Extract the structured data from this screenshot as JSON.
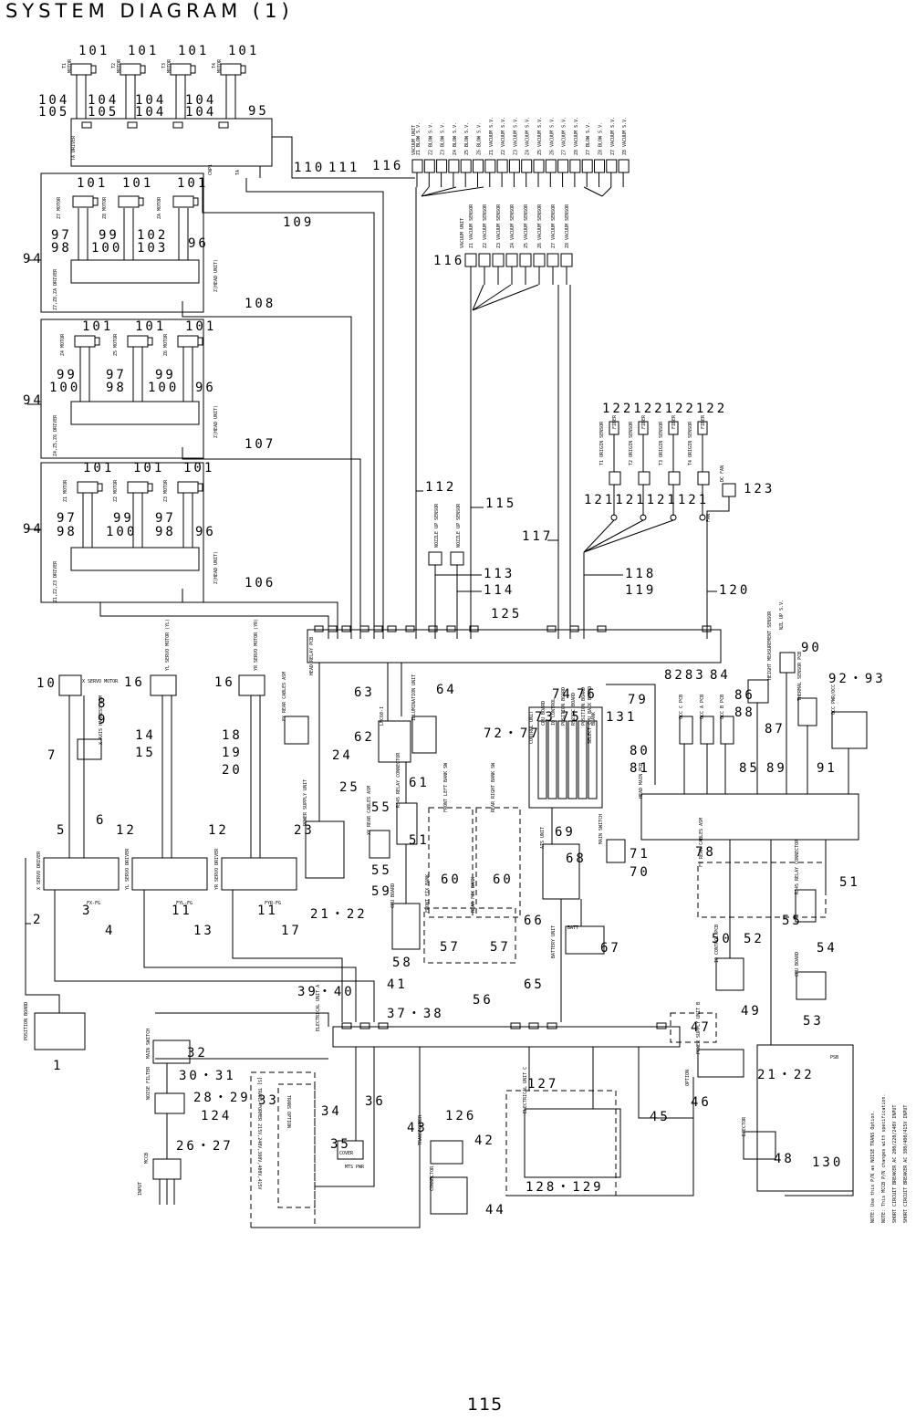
{
  "title": "SYSTEM DIAGRAM (1)",
  "page_number": "115",
  "callouts": [
    {
      "id": "c101a",
      "text": "101"
    },
    {
      "id": "c101b",
      "text": "101"
    },
    {
      "id": "c101c",
      "text": "101"
    },
    {
      "id": "c101d",
      "text": "101"
    },
    {
      "id": "c104a",
      "text": "104"
    },
    {
      "id": "c105a",
      "text": "105"
    },
    {
      "id": "c104b",
      "text": "104"
    },
    {
      "id": "c105b",
      "text": "105"
    },
    {
      "id": "c104c",
      "text": "104"
    },
    {
      "id": "c104d",
      "text": "104"
    },
    {
      "id": "c104e",
      "text": "104"
    },
    {
      "id": "c104f",
      "text": "104"
    },
    {
      "id": "c104g",
      "text": "104"
    },
    {
      "id": "c104h",
      "text": "104"
    },
    {
      "id": "c95",
      "text": "95"
    },
    {
      "id": "c110",
      "text": "110"
    },
    {
      "id": "c111",
      "text": "111"
    },
    {
      "id": "c116a",
      "text": "116"
    },
    {
      "id": "c109",
      "text": "109"
    },
    {
      "id": "c101e",
      "text": "101"
    },
    {
      "id": "c101f",
      "text": "101"
    },
    {
      "id": "c101g",
      "text": "101"
    },
    {
      "id": "c97a",
      "text": "97"
    },
    {
      "id": "c98a",
      "text": "98"
    },
    {
      "id": "c99a",
      "text": "99"
    },
    {
      "id": "c100a",
      "text": "100"
    },
    {
      "id": "c102",
      "text": "102"
    },
    {
      "id": "c103",
      "text": "103"
    },
    {
      "id": "c96a",
      "text": "96"
    },
    {
      "id": "c94a",
      "text": "94"
    },
    {
      "id": "c116b",
      "text": "116"
    },
    {
      "id": "c108",
      "text": "108"
    },
    {
      "id": "c101h",
      "text": "101"
    },
    {
      "id": "c101i",
      "text": "101"
    },
    {
      "id": "c101j",
      "text": "101"
    },
    {
      "id": "c99b",
      "text": "99"
    },
    {
      "id": "c100b",
      "text": "100"
    },
    {
      "id": "c97b",
      "text": "97"
    },
    {
      "id": "c98b",
      "text": "98"
    },
    {
      "id": "c99c",
      "text": "99"
    },
    {
      "id": "c100c",
      "text": "100"
    },
    {
      "id": "c96b",
      "text": "96"
    },
    {
      "id": "c94b",
      "text": "94"
    },
    {
      "id": "c122",
      "text": "122122122122"
    },
    {
      "id": "c107",
      "text": "107"
    },
    {
      "id": "c101k",
      "text": "101"
    },
    {
      "id": "c101l",
      "text": "101"
    },
    {
      "id": "c101m",
      "text": "101"
    },
    {
      "id": "c112",
      "text": "112"
    },
    {
      "id": "c115",
      "text": "115"
    },
    {
      "id": "c121",
      "text": "121121121121"
    },
    {
      "id": "c123",
      "text": "123"
    },
    {
      "id": "c97c",
      "text": "97"
    },
    {
      "id": "c98c",
      "text": "98"
    },
    {
      "id": "c99d",
      "text": "99"
    },
    {
      "id": "c100d",
      "text": "100"
    },
    {
      "id": "c97d",
      "text": "97"
    },
    {
      "id": "c98d",
      "text": "98"
    },
    {
      "id": "c96c",
      "text": "96"
    },
    {
      "id": "c94c",
      "text": "94"
    },
    {
      "id": "c117",
      "text": "117"
    },
    {
      "id": "c113",
      "text": "113"
    },
    {
      "id": "c114",
      "text": "114"
    },
    {
      "id": "c118",
      "text": "118"
    },
    {
      "id": "c119",
      "text": "119"
    },
    {
      "id": "c120",
      "text": "120"
    },
    {
      "id": "c106",
      "text": "106"
    },
    {
      "id": "c125",
      "text": "125"
    },
    {
      "id": "c90",
      "text": "90"
    },
    {
      "id": "c10",
      "text": "10"
    },
    {
      "id": "c16a",
      "text": "16"
    },
    {
      "id": "c16b",
      "text": "16"
    },
    {
      "id": "c63",
      "text": "63"
    },
    {
      "id": "c64",
      "text": "64"
    },
    {
      "id": "c74",
      "text": "74"
    },
    {
      "id": "c76",
      "text": "76"
    },
    {
      "id": "c8283",
      "text": "8283"
    },
    {
      "id": "c84",
      "text": "84"
    },
    {
      "id": "c9293",
      "text": "92・93"
    },
    {
      "id": "c8",
      "text": "8"
    },
    {
      "id": "c9",
      "text": "9"
    },
    {
      "id": "c79",
      "text": "79"
    },
    {
      "id": "c86",
      "text": "86"
    },
    {
      "id": "c88",
      "text": "88"
    },
    {
      "id": "c73",
      "text": "73"
    },
    {
      "id": "c75",
      "text": "75"
    },
    {
      "id": "c131",
      "text": "131"
    },
    {
      "id": "c7277",
      "text": "72・77"
    },
    {
      "id": "c87",
      "text": "87"
    },
    {
      "id": "c14",
      "text": "14"
    },
    {
      "id": "c18",
      "text": "18"
    },
    {
      "id": "c62",
      "text": "62"
    },
    {
      "id": "c15",
      "text": "15"
    },
    {
      "id": "c19",
      "text": "19"
    },
    {
      "id": "c24",
      "text": "24"
    },
    {
      "id": "c80",
      "text": "80"
    },
    {
      "id": "c85",
      "text": "85"
    },
    {
      "id": "c89",
      "text": "89"
    },
    {
      "id": "c7",
      "text": "7"
    },
    {
      "id": "c20",
      "text": "20"
    },
    {
      "id": "c81",
      "text": "81"
    },
    {
      "id": "c91",
      "text": "91"
    },
    {
      "id": "c61",
      "text": "61"
    },
    {
      "id": "c25",
      "text": "25"
    },
    {
      "id": "c55a",
      "text": "55"
    },
    {
      "id": "c6",
      "text": "6"
    },
    {
      "id": "c23",
      "text": "23"
    },
    {
      "id": "c69",
      "text": "69"
    },
    {
      "id": "c5",
      "text": "5"
    },
    {
      "id": "c12a",
      "text": "12"
    },
    {
      "id": "c12b",
      "text": "12"
    },
    {
      "id": "c51a",
      "text": "51"
    },
    {
      "id": "c78",
      "text": "78"
    },
    {
      "id": "c71",
      "text": "71"
    },
    {
      "id": "c68",
      "text": "68"
    },
    {
      "id": "c55b",
      "text": "55"
    },
    {
      "id": "c70",
      "text": "70"
    },
    {
      "id": "c60a",
      "text": "60"
    },
    {
      "id": "c60b",
      "text": "60"
    },
    {
      "id": "c51b",
      "text": "51"
    },
    {
      "id": "c59",
      "text": "59"
    },
    {
      "id": "c3",
      "text": "3"
    },
    {
      "id": "c11a",
      "text": "11"
    },
    {
      "id": "c11b",
      "text": "11"
    },
    {
      "id": "c2122a",
      "text": "21・22"
    },
    {
      "id": "c55c",
      "text": "55"
    },
    {
      "id": "c2",
      "text": "2"
    },
    {
      "id": "c66",
      "text": "66"
    },
    {
      "id": "c4",
      "text": "4"
    },
    {
      "id": "c13",
      "text": "13"
    },
    {
      "id": "c17",
      "text": "17"
    },
    {
      "id": "c50",
      "text": "50"
    },
    {
      "id": "c52",
      "text": "52"
    },
    {
      "id": "c54",
      "text": "54"
    },
    {
      "id": "c57a",
      "text": "57"
    },
    {
      "id": "c57b",
      "text": "57"
    },
    {
      "id": "c67",
      "text": "67"
    },
    {
      "id": "c58",
      "text": "58"
    },
    {
      "id": "c65",
      "text": "65"
    },
    {
      "id": "c41",
      "text": "41"
    },
    {
      "id": "c3940",
      "text": "39・40"
    },
    {
      "id": "c56",
      "text": "56"
    },
    {
      "id": "c49",
      "text": "49"
    },
    {
      "id": "c3738",
      "text": "37・38"
    },
    {
      "id": "c53",
      "text": "53"
    },
    {
      "id": "c1",
      "text": "1"
    },
    {
      "id": "c47",
      "text": "47"
    },
    {
      "id": "c32",
      "text": "32"
    },
    {
      "id": "c3031",
      "text": "30・31"
    },
    {
      "id": "c33",
      "text": "33"
    },
    {
      "id": "c127",
      "text": "127"
    },
    {
      "id": "c2829",
      "text": "28・29"
    },
    {
      "id": "c34",
      "text": "34"
    },
    {
      "id": "c36",
      "text": "36"
    },
    {
      "id": "c124",
      "text": "124"
    },
    {
      "id": "c43",
      "text": "43"
    },
    {
      "id": "c126",
      "text": "126"
    },
    {
      "id": "c46",
      "text": "46"
    },
    {
      "id": "c45",
      "text": "45"
    },
    {
      "id": "c2122b",
      "text": "21・22"
    },
    {
      "id": "c35",
      "text": "35"
    },
    {
      "id": "c2627",
      "text": "26・27"
    },
    {
      "id": "c42",
      "text": "42"
    },
    {
      "id": "c48",
      "text": "48"
    },
    {
      "id": "c130",
      "text": "130"
    },
    {
      "id": "c128129",
      "text": "128・129"
    },
    {
      "id": "c44",
      "text": "44"
    }
  ],
  "labels": [
    {
      "id": "l_t1",
      "text": "T1"
    },
    {
      "id": "l_t2",
      "text": "T2"
    },
    {
      "id": "l_t3",
      "text": "T3"
    },
    {
      "id": "l_t4",
      "text": "T4"
    },
    {
      "id": "l_motor1",
      "text": "MOTOR"
    },
    {
      "id": "l_motor2",
      "text": "MOTOR"
    },
    {
      "id": "l_motor3",
      "text": "MOTOR"
    },
    {
      "id": "l_motor4",
      "text": "MOTOR"
    },
    {
      "id": "l_tadrv",
      "text": "TA DRIVER"
    },
    {
      "id": "l_cnp1a",
      "text": "CNP1"
    },
    {
      "id": "l_ta",
      "text": "TA"
    },
    {
      "id": "l_z7m",
      "text": "Z7 MOTOR"
    },
    {
      "id": "l_z8m",
      "text": "Z8 MOTOR"
    },
    {
      "id": "l_zam",
      "text": "ZA MOTOR"
    },
    {
      "id": "l_z7drv",
      "text": "Z7,Z8,ZA DRIVER"
    },
    {
      "id": "l_headu1",
      "text": "Z(HEAD UNIT)"
    },
    {
      "id": "l_z4m",
      "text": "Z4 MOTOR"
    },
    {
      "id": "l_z5m",
      "text": "Z5 MOTOR"
    },
    {
      "id": "l_z6m",
      "text": "Z6 MOTOR"
    },
    {
      "id": "l_z4drv",
      "text": "Z4,Z5,Z6 DRIVER"
    },
    {
      "id": "l_headu2",
      "text": "Z(HEAD UNIT)"
    },
    {
      "id": "l_z1m",
      "text": "Z1 MOTOR"
    },
    {
      "id": "l_z2m",
      "text": "Z2 MOTOR"
    },
    {
      "id": "l_z3m",
      "text": "Z3 MOTOR"
    },
    {
      "id": "l_z1drv",
      "text": "Z1,Z2,Z3 DRIVER"
    },
    {
      "id": "l_headu3",
      "text": "Z(HEAD UNIT)"
    },
    {
      "id": "l_vacunit",
      "text": "VACUUM UNIT"
    },
    {
      "id": "l_v1",
      "text": "Z1 BLOW S.V."
    },
    {
      "id": "l_v2",
      "text": "Z2 BLOW S.V."
    },
    {
      "id": "l_v3",
      "text": "Z3 BLOW S.V."
    },
    {
      "id": "l_v4",
      "text": "Z4 BLOW S.V."
    },
    {
      "id": "l_v5",
      "text": "Z5 BLOW S.V."
    },
    {
      "id": "l_v6",
      "text": "Z6 BLOW S.V."
    },
    {
      "id": "l_v7",
      "text": "Z1 VACUUM S.V."
    },
    {
      "id": "l_v8",
      "text": "Z2 VACUUM S.V."
    },
    {
      "id": "l_v9",
      "text": "Z3 VACUUM S.V."
    },
    {
      "id": "l_v10",
      "text": "Z4 VACUUM S.V."
    },
    {
      "id": "l_v11",
      "text": "Z5 VACUUM S.V."
    },
    {
      "id": "l_v12",
      "text": "Z6 VACUUM S.V."
    },
    {
      "id": "l_v13",
      "text": "Z7 VACUUM S.V."
    },
    {
      "id": "l_v14",
      "text": "Z8 VACUUM S.V."
    },
    {
      "id": "l_v15",
      "text": "Z7 BLOW S.V."
    },
    {
      "id": "l_v16",
      "text": "Z8 BLOW S.V."
    },
    {
      "id": "l_v17",
      "text": "Z7 VACUUM S.V."
    },
    {
      "id": "l_v18",
      "text": "Z8 VACUUM S.V."
    },
    {
      "id": "l_vs0",
      "text": "VACUUM UNIT"
    },
    {
      "id": "l_vs1",
      "text": "Z1 VACUUM SENSOR"
    },
    {
      "id": "l_vs2",
      "text": "Z2 VACUUM SENSOR"
    },
    {
      "id": "l_vs3",
      "text": "Z3 VACUUM SENSOR"
    },
    {
      "id": "l_vs4",
      "text": "Z4 VACUUM SENSOR"
    },
    {
      "id": "l_vs5",
      "text": "Z5 VACUUM SENSOR"
    },
    {
      "id": "l_vs6",
      "text": "Z6 VACUUM SENSOR"
    },
    {
      "id": "l_vs7",
      "text": "Z7 VACUUM SENSOR"
    },
    {
      "id": "l_vs8",
      "text": "Z8 VACUUM SENSOR"
    },
    {
      "id": "l_fiber1",
      "text": "FIBER"
    },
    {
      "id": "l_fiber2",
      "text": "FIBER"
    },
    {
      "id": "l_fiber3",
      "text": "FIBER"
    },
    {
      "id": "l_fiber4",
      "text": "FIBER"
    },
    {
      "id": "l_t1o",
      "text": "T1 ORIGIN SENSOR"
    },
    {
      "id": "l_t2o",
      "text": "T2 ORIGIN SENSOR"
    },
    {
      "id": "l_t3o",
      "text": "T3 ORIGIN SENSOR"
    },
    {
      "id": "l_t4o",
      "text": "T4 ORIGIN SENSOR"
    },
    {
      "id": "l_dcfan",
      "text": "DC FAN"
    },
    {
      "id": "l_fan",
      "text": "FAN"
    },
    {
      "id": "l_nzl1",
      "text": "NOZZLE UP SENSOR"
    },
    {
      "id": "l_nzl2",
      "text": "NOZZLE UP SENSOR"
    },
    {
      "id": "l_hrpcb",
      "text": "HEAD RELAY PCB"
    },
    {
      "id": "l_xservo",
      "text": "X SERVO MOTOR"
    },
    {
      "id": "l_ylservo",
      "text": "YL SERVO MOTOR (YL)"
    },
    {
      "id": "l_yrservo",
      "text": "YR SERVO MOTOR (YR)"
    },
    {
      "id": "l_xsrv",
      "text": "X SERVO DRIVER"
    },
    {
      "id": "l_ylsrv",
      "text": "YL SERVO DRIVER"
    },
    {
      "id": "l_yrsrv",
      "text": "YR SERVO DRIVER"
    },
    {
      "id": "l_xfs",
      "text": "FX-FG"
    },
    {
      "id": "l_ylfs",
      "text": "FYL-FG"
    },
    {
      "id": "l_yrfs",
      "text": "FYR-FG"
    },
    {
      "id": "l_xaxis",
      "text": "X-AXIS HARNESS ASM"
    },
    {
      "id": "l_fyrear",
      "text": "FY REAR CABLES ASM"
    },
    {
      "id": "l_pwr",
      "text": "POWER SUPPLY UNIT"
    },
    {
      "id": "l_lnc",
      "text": "LNC60-I"
    },
    {
      "id": "l_illum",
      "text": "ILLUMINATION UNIT"
    },
    {
      "id": "l_rj45",
      "text": "RJ45 RELAY CONNECTOR"
    },
    {
      "id": "l_rearcab",
      "text": "XY REAR CABLES ASM"
    },
    {
      "id": "l_cpu",
      "text": "CPU BOARD"
    },
    {
      "id": "l_ctrlunit",
      "text": "CONTROL UNIT"
    },
    {
      "id": "l_cpubd",
      "text": "CPU BOARD"
    },
    {
      "id": "l_ioctrl",
      "text": "IO CONTROL"
    },
    {
      "id": "l_posbd",
      "text": "POSITION BOARD"
    },
    {
      "id": "l_rs232",
      "text": "RS232C BOARD"
    },
    {
      "id": "l_posbd2",
      "text": "POSITION BOARD"
    },
    {
      "id": "l_blank",
      "text": "BLANK"
    },
    {
      "id": "l_backbd",
      "text": "SELECT CPU BACK BOARD"
    },
    {
      "id": "l_occc",
      "text": "OCC C PCB"
    },
    {
      "id": "l_occa",
      "text": "OCC A PCB"
    },
    {
      "id": "l_occb",
      "text": "OCC B PCB"
    },
    {
      "id": "l_height",
      "text": "HEIGHT MEASUREMENT SENSOR"
    },
    {
      "id": "l_nzlsv",
      "text": "NZL UP S.V."
    },
    {
      "id": "l_thermal",
      "text": "THERMAL SENSOR PCB"
    },
    {
      "id": "l_occpwr",
      "text": "OCC PWR/OCC"
    },
    {
      "id": "l_hmpcb",
      "text": "HEAD MAIN PCB"
    },
    {
      "id": "l_frontsw",
      "text": "FRONT LEFT BANK SW"
    },
    {
      "id": "l_rearsw",
      "text": "REAR RIGHT BANK SW"
    },
    {
      "id": "l_fixbank1",
      "text": "FRONT FIX BANK"
    },
    {
      "id": "l_fixbank2",
      "text": "REAR FIX BANK"
    },
    {
      "id": "l_atsunit",
      "text": "ATS UNIT"
    },
    {
      "id": "l_batt",
      "text": "BATT"
    },
    {
      "id": "l_battunit",
      "text": "BATTERY UNIT"
    },
    {
      "id": "l_mainsw",
      "text": "MAIN SWITCH"
    },
    {
      "id": "l_fyrear2",
      "text": "FY REAR CABLES ASM"
    },
    {
      "id": "l_ioctrl2",
      "text": "IO CONTROL PCB"
    },
    {
      "id": "l_cpu2",
      "text": "CPU BOARD"
    },
    {
      "id": "l_rj452",
      "text": "RJ45 RELAY CONNECTOR"
    },
    {
      "id": "l_posbd3",
      "text": "POSITION BOARD"
    },
    {
      "id": "l_elec",
      "text": "ELECTRICAL UNIT A"
    },
    {
      "id": "l_mainsw2",
      "text": "MAIN SWITCH"
    },
    {
      "id": "l_noise",
      "text": "NOISE FILTER"
    },
    {
      "id": "l_mccb",
      "text": "MCCB"
    },
    {
      "id": "l_input",
      "text": "INPUT"
    },
    {
      "id": "l_transopt",
      "text": "TRANS OPTION"
    },
    {
      "id": "l_transf",
      "text": "TRANSFORMER"
    },
    {
      "id": "l_cover",
      "text": "COVER"
    },
    {
      "id": "l_mtspwr",
      "text": "MTS PWR"
    },
    {
      "id": "l_connector",
      "text": "CONNECTOR"
    },
    {
      "id": "l_pwr2",
      "text": "POWER SUPPLY UNIT B"
    },
    {
      "id": "l_ejector",
      "text": "EJECTOR"
    },
    {
      "id": "l_elecc",
      "text": "ELECTRICAL UNIT C"
    },
    {
      "id": "l_psb",
      "text": "PSB"
    },
    {
      "id": "l_option",
      "text": "OPTION"
    },
    {
      "id": "l_trans_note",
      "text": "[S] TRANS FORMER 215V,240V,380V,400V,415V"
    },
    {
      "id": "l_note1",
      "text": "NOTE: Use this P/N as NOISE TRANS Option."
    },
    {
      "id": "l_note2",
      "text": "NOTE: This MCCB P/N changes with specification."
    },
    {
      "id": "l_note3",
      "text": "SHORT CIRCUIT BREAKER AC 200/220/240V INPUT"
    },
    {
      "id": "l_note4",
      "text": "SHORT CIRCUIT BREAKER AC 380/400/415V INPUT"
    }
  ]
}
